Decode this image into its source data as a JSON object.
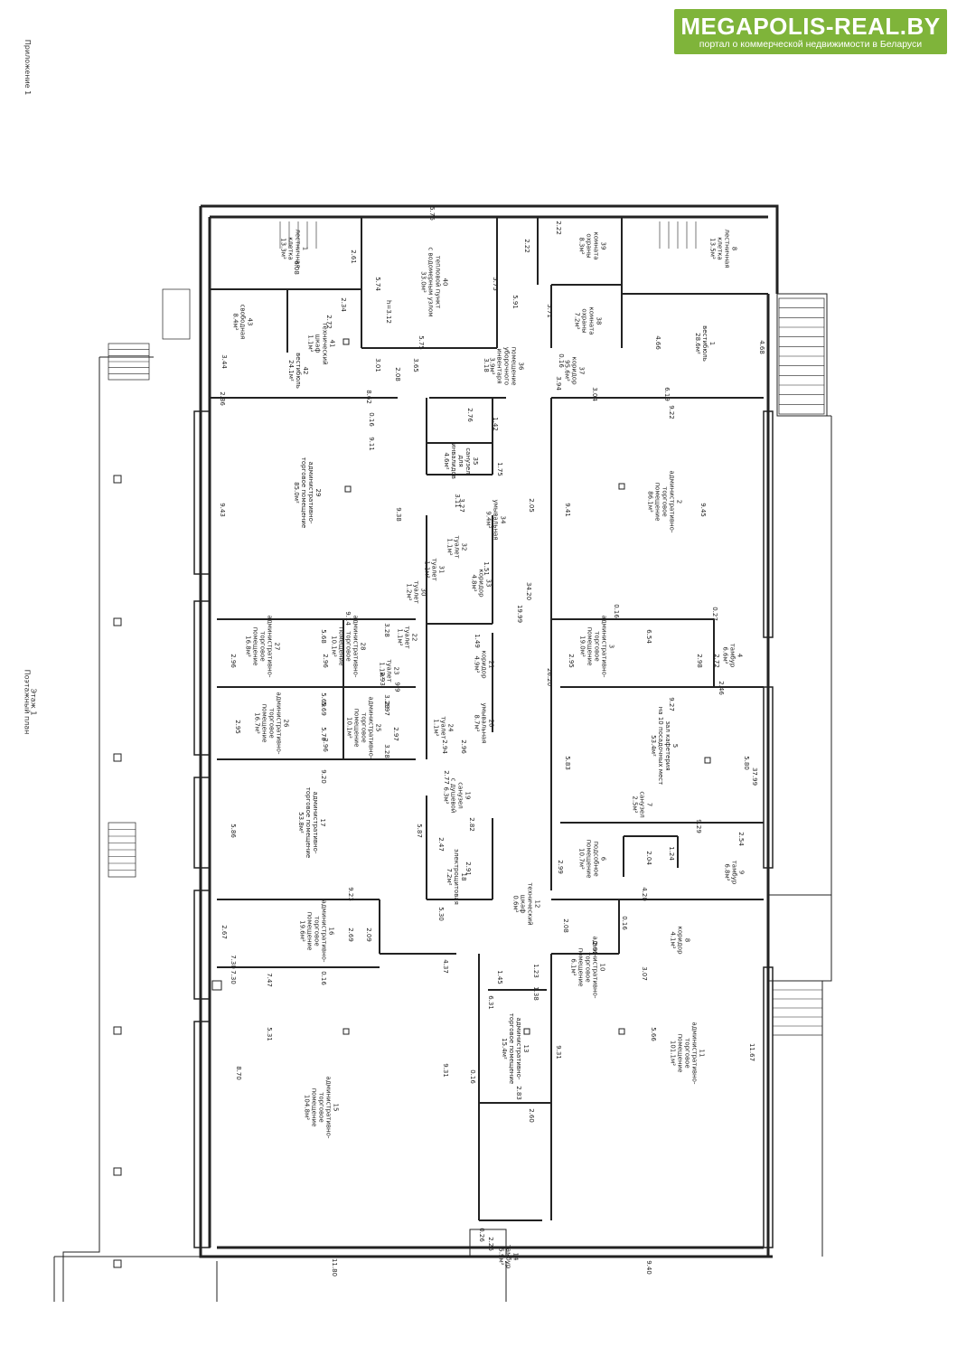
{
  "logo": {
    "title": "MEGAPOLIS-REAL.BY",
    "subtitle": "портал о коммерческой недвижимости в Беларуси"
  },
  "sheet": {
    "appendix": "Приложение 1",
    "plan_title": "Поэтажный план",
    "floor": "Этаж 1"
  },
  "rooms": [
    {
      "id": "r1",
      "text": "1\nлестничная\nклетка\n13.3м²"
    },
    {
      "id": "r43",
      "text": "43\nсвободная\n8.4м²"
    },
    {
      "id": "r41",
      "text": "41\nтехнический\nшкаф\n1.1м²"
    },
    {
      "id": "r42",
      "text": "42\nвестибюль\n24.1м²"
    },
    {
      "id": "r40",
      "text": "40\nтепловой пункт\nс водомерным узлом\n33.0м²"
    },
    {
      "id": "rh",
      "text": "h=3.12"
    },
    {
      "id": "r39",
      "text": "39\nкомната\nохраны\n8.3м²"
    },
    {
      "id": "r38",
      "text": "38\nкомната\nохраны\n7.2м²"
    },
    {
      "id": "r8",
      "text": "8\nлестничная\nклетка\n13.5м²"
    },
    {
      "id": "rv1",
      "text": "1\nвестибюль\n28.6м²"
    },
    {
      "id": "r36",
      "text": "36\nпомещение\nуборочного\nинвентаря\n3.9м²"
    },
    {
      "id": "r37",
      "text": "37\nкоридор\n95.6м²"
    },
    {
      "id": "r35",
      "text": "35\nсанузел\nдля\nинвалидов\n4.6м²"
    },
    {
      "id": "r29",
      "text": "29\nадминистративно-\nторговое помещение\n85.0м²"
    },
    {
      "id": "r2",
      "text": "2\nадминистративно-\nторговое\nпомещение\n86.1м²"
    },
    {
      "id": "r34",
      "text": "34\nумывальная\n9.4м²"
    },
    {
      "id": "r32",
      "text": "32\nтуалет\n1.1м²"
    },
    {
      "id": "r31",
      "text": "31\nтуалет\n1.1м²"
    },
    {
      "id": "r30",
      "text": "30\nтуалет\n1.2м²"
    },
    {
      "id": "r33",
      "text": "33\nкоридор\n4.8м²"
    },
    {
      "id": "r27",
      "text": "27\nадминистративно-\nторговое\nпомещение\n16.8м²"
    },
    {
      "id": "r28",
      "text": "28\nадминистративно-\nторговое\nпомещение\n10.1м²"
    },
    {
      "id": "r22",
      "text": "22\nтуалет\n1.1м²"
    },
    {
      "id": "r23",
      "text": "23\nтуалет\n1.1м²"
    },
    {
      "id": "r21",
      "text": "21\nкоридор\n4.9м²"
    },
    {
      "id": "r3",
      "text": "3\nадминистративно-\nторговое\nпомещение\n19.0м²"
    },
    {
      "id": "r4",
      "text": "4\nтамбур\n6.6м²"
    },
    {
      "id": "r26",
      "text": "26\nадминистративно-\nторговое\nпомещение\n16.7м²"
    },
    {
      "id": "r25",
      "text": "25\nадминистративно-\nторговое\nпомещение\n10.1м²"
    },
    {
      "id": "r24",
      "text": "24\nтуалет\n1.1м²"
    },
    {
      "id": "r20",
      "text": "20\nумывальная\n8.7м²"
    },
    {
      "id": "r5",
      "text": "5\nзал кафетерия\nна 10 посадочных мест\n53.4м²"
    },
    {
      "id": "r17",
      "text": "17\nадминистративно-\nторговое помещение\n53.8м²"
    },
    {
      "id": "r19",
      "text": "19\nсанузел\nс душевой\n6.3м²"
    },
    {
      "id": "r7",
      "text": "7\nсанузел\n2.5м²"
    },
    {
      "id": "r18",
      "text": "18\nэлектрощитовая\n7.2м²"
    },
    {
      "id": "r6",
      "text": "6\nподсобное\nпомещение\n10.7м²"
    },
    {
      "id": "r9",
      "text": "9\nтамбур\n6.8м²"
    },
    {
      "id": "r16",
      "text": "16\nадминистративно-\nторговое\nпомещение\n19.6м²"
    },
    {
      "id": "r12",
      "text": "12\nтехнический\nшкаф\n0.6м²"
    },
    {
      "id": "r8k",
      "text": "8\nкоридор\n4.1м²"
    },
    {
      "id": "r10",
      "text": "10\nадминистративно-\nторговое\nпомещение\n6.1м²"
    },
    {
      "id": "r15",
      "text": "15\nадминистративно-\nторговое\nпомещение\n104.8м²"
    },
    {
      "id": "r13",
      "text": "13\nадминистративно-\nторговое помещение\n15.4м²"
    },
    {
      "id": "r11",
      "text": "11\nадминистративно-\nторговое\nпомещение\n101.1м²"
    },
    {
      "id": "r14",
      "text": "14\nтамбур\n5.9м²"
    }
  ],
  "dimensions": [
    "6.08",
    "2.61",
    "5.76",
    "5.74",
    "5.75",
    "5.75",
    "5.91",
    "2.22",
    "2.22",
    "5.71",
    "3.44",
    "2.72",
    "2.34",
    "3.01",
    "3.65",
    "3.18",
    "0.16",
    "4.66",
    "4.68",
    "2.86",
    "2.08",
    "3.94",
    "3.04",
    "6.19",
    "8.62",
    "2.76",
    "1.42",
    "9.22",
    "0.16",
    "9.11",
    "1.75",
    "3.11",
    "3.27",
    "2.05",
    "9.43",
    "9.38",
    "9.41",
    "9.45",
    "1.51",
    "34.20",
    "19.99",
    "9.14",
    "5.68",
    "3.28",
    "0.16",
    "6.54",
    "0.27",
    "2.96",
    "2.96",
    "2.93",
    "9.9",
    "1.49",
    "2.95",
    "2.98",
    "2.72",
    "5.69",
    "2.97",
    "5.69",
    "3.28",
    "26.20",
    "2.46",
    "9.27",
    "2.95",
    "5.70",
    "2.96",
    "2.97",
    "2.94",
    "2.96",
    "5.83",
    "5.80",
    "37.99",
    "9.20",
    "3.28",
    "2.77",
    "5.86",
    "5.87",
    "2.82",
    "2.47",
    "9.29",
    "2.54",
    "2.99",
    "2.04",
    "1.24",
    "2.91",
    "4.20",
    "9.23",
    "5.30",
    "0.16",
    "2.67",
    "2.69",
    "2.09",
    "2.08",
    "2.92",
    "7.30",
    "4.37",
    "1.23",
    "3.07",
    "7.30",
    "7.47",
    "0.16",
    "1.45",
    "1.38",
    "5.31",
    "6.31",
    "5.66",
    "8.70",
    "9.31",
    "9.31",
    "11.67",
    "0.16",
    "2.83",
    "2.60",
    "0.26",
    "2.26",
    "11.80",
    "9.40"
  ]
}
